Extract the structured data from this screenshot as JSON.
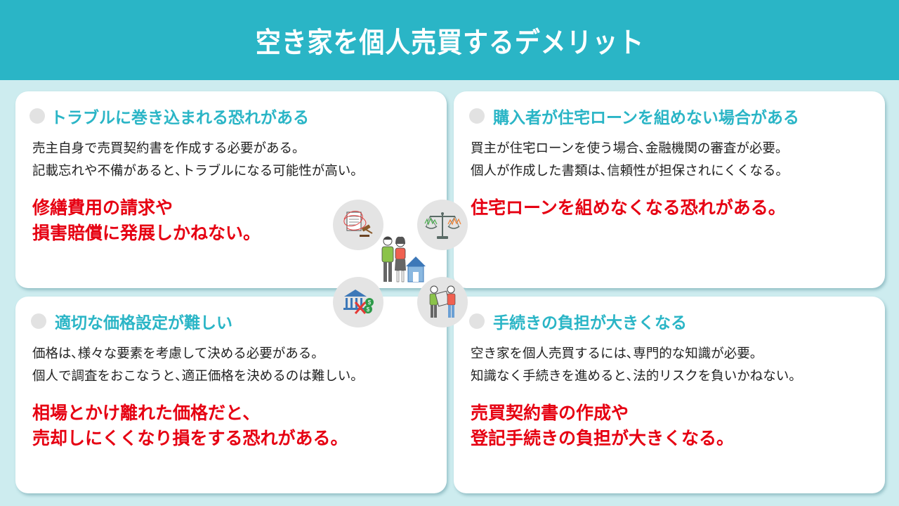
{
  "header": {
    "title": "空き家を個人売買するデメリット"
  },
  "cards": [
    {
      "position": "top-left",
      "title": "トラブルに巻き込まれる恐れがある",
      "body": [
        "売主自身で売買契約書を作成する必要がある。",
        "記載忘れや不備があると､トラブルになる可能性が高い。"
      ],
      "highlight": [
        "修繕費用の請求や",
        "損害賠償に発展しかねない。"
      ]
    },
    {
      "position": "top-right",
      "title": "購入者が住宅ローンを組めない場合がある",
      "body": [
        "買主が住宅ローンを使う場合､金融機関の審査が必要。",
        "個人が作成した書類は､信頼性が担保されにくくなる。"
      ],
      "highlight": [
        "住宅ローンを組めなくなる恐れがある。"
      ]
    },
    {
      "position": "bottom-left",
      "title": "適切な価格設定が難しい",
      "body": [
        "価格は､様々な要素を考慮して決める必要がある。",
        "個人で調査をおこなうと､適正価格を決めるのは難しい。"
      ],
      "highlight": [
        "相場とかけ離れた価格だと､",
        "売却しにくくなり損をする恐れがある。"
      ]
    },
    {
      "position": "bottom-right",
      "title": "手続きの負担が大きくなる",
      "body": [
        "空き家を個人売買するには､専門的な知識が必要。",
        "知識なく手続きを進めると､法的リスクを負いかねない。"
      ],
      "highlight": [
        "売買契約書の作成や",
        "登記手続きの負担が大きくなる。"
      ]
    }
  ],
  "illustrations": {
    "top_left": "contract-and-gavel-icon",
    "top_right": "balance-scale-icon",
    "center": "couple-with-house-illustration",
    "bottom_left": "bank-with-cross-and-coins-icon",
    "bottom_right": "people-passing-box-icon"
  },
  "colors": {
    "header_bg": "#2ab5c6",
    "page_bg": "#cdecef",
    "title_text": "#2ab5c6",
    "highlight_text": "#e60012",
    "body_text": "#222222",
    "bullet_dot": "#e2e2e2"
  }
}
